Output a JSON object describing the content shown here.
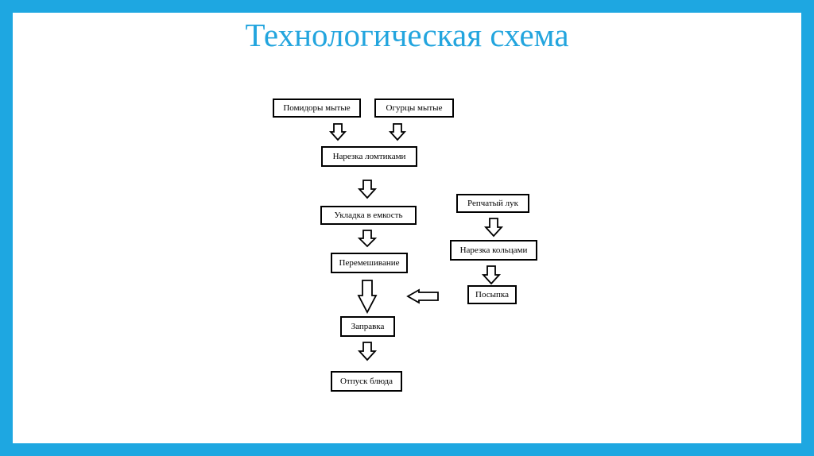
{
  "title": "Технологическая схема",
  "flowchart": {
    "nodes": {
      "tomatoes": "Помидоры мытые",
      "cucumbers": "Огурцы мытые",
      "slicing": "Нарезка ломтиками",
      "placing": "Укладка в емкость",
      "mixing": "Перемешивание",
      "dressing": "Заправка",
      "serving": "Отпуск блюда",
      "onion": "Репчатый лук",
      "ring_cutting": "Нарезка кольцами",
      "sprinkling": "Посыпка"
    }
  },
  "colors": {
    "frame": "#1ea7e1",
    "title": "#23a5de",
    "stroke": "#000000"
  }
}
